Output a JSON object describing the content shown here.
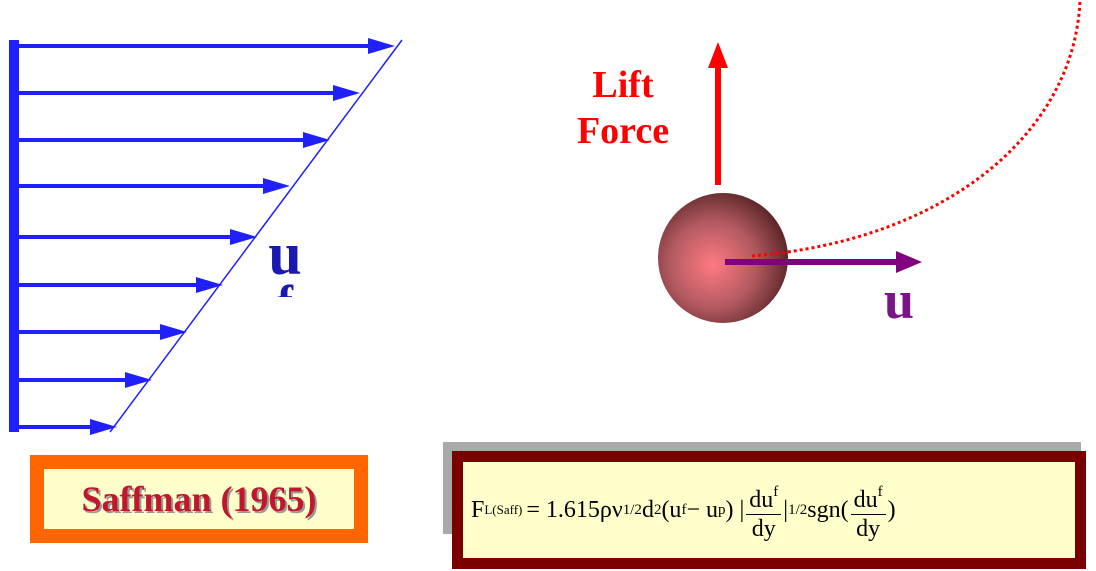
{
  "diagram": {
    "velocity_label": "u",
    "velocity_label_superscript": "f",
    "lift_label": "Lift Force",
    "particle_velocity_label": "u",
    "citation": "Saffman (1965)",
    "formula": {
      "lhs": "F",
      "lhs_subscript": "L(Saff)",
      "coefficient": "= 1.615ρν",
      "nu_exponent": "1/2",
      "d": "d",
      "d_exponent": "2",
      "paren_open": "(u",
      "uf_sup": "f",
      "minus": " − u",
      "up_sup": "p",
      "paren_close": ") |",
      "frac_num": "du",
      "frac_num_sup": "f",
      "frac_den": "dy",
      "abs_close": "|",
      "abs_exponent": "1/2",
      "sgn": " sgn(",
      "close": ")"
    },
    "colors": {
      "flow_arrows": "#2020ff",
      "lift_arrow": "#ff0000",
      "particle_arrow": "#800080",
      "trajectory": "#ff0000",
      "citation_frame": "#ff6600",
      "formula_frame": "#7a0000",
      "box_fill": "#ffffcc"
    }
  }
}
